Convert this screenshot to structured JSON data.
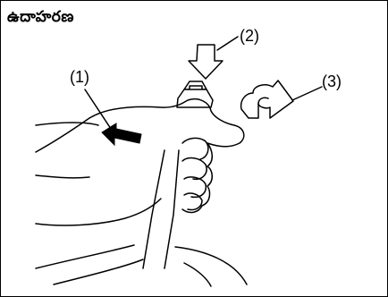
{
  "title": "ఉదాహరణ",
  "callouts": {
    "one": "(1)",
    "two": "(2)",
    "three": "(3)"
  }
}
